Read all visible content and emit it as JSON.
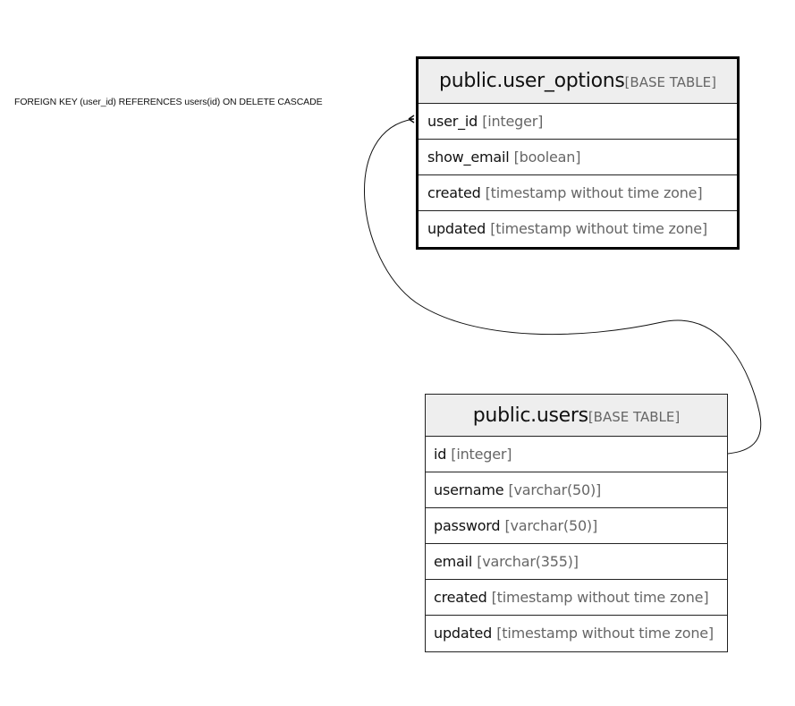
{
  "relationship": {
    "label": "FOREIGN KEY (user_id) REFERENCES users(id) ON DELETE CASCADE"
  },
  "tables": [
    {
      "name": "public.user_options",
      "type": "[BASE TABLE]",
      "columns": [
        {
          "name": "user_id",
          "type": "[integer]"
        },
        {
          "name": "show_email",
          "type": "[boolean]"
        },
        {
          "name": "created",
          "type": "[timestamp without time zone]"
        },
        {
          "name": "updated",
          "type": "[timestamp without time zone]"
        }
      ]
    },
    {
      "name": "public.users",
      "type": "[BASE TABLE]",
      "columns": [
        {
          "name": "id",
          "type": "[integer]"
        },
        {
          "name": "username",
          "type": "[varchar(50)]"
        },
        {
          "name": "password",
          "type": "[varchar(50)]"
        },
        {
          "name": "email",
          "type": "[varchar(355)]"
        },
        {
          "name": "created",
          "type": "[timestamp without time zone]"
        },
        {
          "name": "updated",
          "type": "[timestamp without time zone]"
        }
      ]
    }
  ]
}
